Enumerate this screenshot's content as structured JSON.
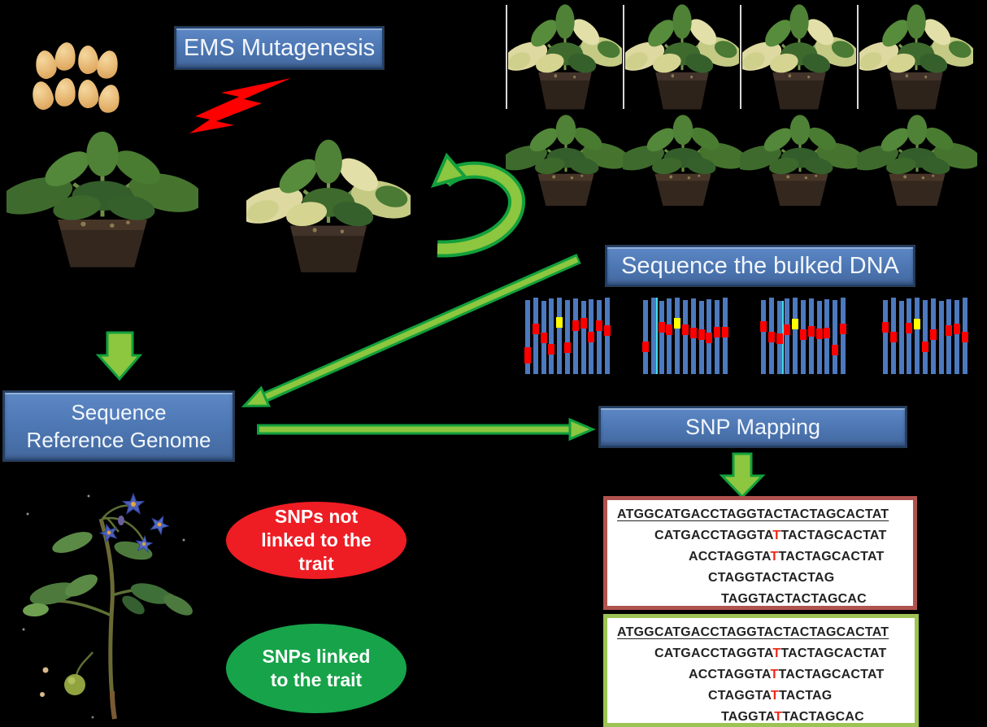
{
  "boxes": {
    "ems": {
      "label": "EMS Mutagenesis"
    },
    "bulked_dna": {
      "label": "Sequence the bulked DNA"
    },
    "reference": {
      "label": "Sequence\nReference Genome"
    },
    "snp_mapping": {
      "label": "SNP Mapping"
    }
  },
  "ellipses": {
    "not_linked": {
      "text": "SNPs not\nlinked to the\ntrait",
      "color": "#EE1C23"
    },
    "linked": {
      "text": "SNPs linked\nto the trait",
      "color": "#17A349"
    }
  },
  "alignment_panels": {
    "not_linked": {
      "border_color": "#B0534F",
      "lines": [
        {
          "indent": 12,
          "underline": true,
          "pre": "ATGGCATGACCTAGGTACTACTAGCACTAT",
          "mut": "",
          "post": ""
        },
        {
          "indent": 58,
          "underline": false,
          "pre": "CATGACCTAGGTA",
          "mut": "T",
          "post": "TACTAGCACTAT"
        },
        {
          "indent": 100,
          "underline": false,
          "pre": "ACCTAGGTA",
          "mut": "T",
          "post": "TACTAGCACTAT"
        },
        {
          "indent": 124,
          "underline": false,
          "pre": "CTAGGTACTACTAG",
          "mut": "",
          "post": ""
        },
        {
          "indent": 140,
          "underline": false,
          "pre": "TAGGTACTACTAGCAC",
          "mut": "",
          "post": ""
        }
      ]
    },
    "linked": {
      "border_color": "#9CC353",
      "lines": [
        {
          "indent": 12,
          "underline": true,
          "pre": "ATGGCATGACCTAGGTACTACTAGCACTAT",
          "mut": "",
          "post": ""
        },
        {
          "indent": 58,
          "underline": false,
          "pre": "CATGACCTAGGTA",
          "mut": "T",
          "post": "TACTAGCACTAT"
        },
        {
          "indent": 100,
          "underline": false,
          "pre": "ACCTAGGTA",
          "mut": "T",
          "post": "TACTAGCACTAT"
        },
        {
          "indent": 124,
          "underline": false,
          "pre": "CTAGGTA",
          "mut": "T",
          "post": "TACTAG"
        },
        {
          "indent": 140,
          "underline": false,
          "pre": "TAGGTA",
          "mut": "T",
          "post": "TACTAGCAC"
        }
      ]
    }
  },
  "read_groups": [
    {
      "bars": [
        {
          "mark": "red",
          "pos": 0.82,
          "tall": true
        },
        {
          "mark": "red",
          "pos": 0.4
        },
        {
          "mark": "red",
          "pos": 0.5
        },
        {
          "mark": "red",
          "pos": 0.7
        },
        {
          "mark": "yellow",
          "pos": 0.3
        },
        {
          "mark": "red",
          "pos": 0.67
        },
        {
          "mark": "red",
          "pos": 0.34
        },
        {
          "mark": "red",
          "pos": 0.27
        },
        {
          "mark": "red",
          "pos": 0.5
        },
        {
          "mark": "red",
          "pos": 0.32
        },
        {
          "mark": "red",
          "pos": 0.42
        }
      ]
    },
    {
      "bars": [
        {
          "mark": "red",
          "pos": 0.66
        },
        {
          "mark": null,
          "edge": "#3FE0E8"
        },
        {
          "mark": "red",
          "pos": 0.34
        },
        {
          "mark": "red",
          "pos": 0.4
        },
        {
          "mark": "yellow",
          "pos": 0.31
        },
        {
          "mark": "red",
          "pos": 0.38
        },
        {
          "mark": "red",
          "pos": 0.45
        },
        {
          "mark": "red",
          "pos": 0.45
        },
        {
          "mark": "red",
          "pos": 0.52
        },
        {
          "mark": "red",
          "pos": 0.42
        },
        {
          "mark": "red",
          "pos": 0.45
        }
      ]
    },
    {
      "bars": [
        {
          "mark": "red",
          "pos": 0.33
        },
        {
          "mark": "red",
          "pos": 0.52
        },
        {
          "mark": "red",
          "pos": 0.52,
          "edge": "#3FE0E8"
        },
        {
          "mark": "red",
          "pos": 0.4
        },
        {
          "mark": "yellow",
          "pos": 0.32
        },
        {
          "mark": "red",
          "pos": 0.46
        },
        {
          "mark": "red",
          "pos": 0.42
        },
        {
          "mark": "red",
          "pos": 0.44
        },
        {
          "mark": "red",
          "pos": 0.44
        },
        {
          "mark": "red",
          "pos": 0.7
        },
        {
          "mark": "red",
          "pos": 0.4
        }
      ]
    },
    {
      "bars": [
        {
          "mark": "red",
          "pos": 0.34
        },
        {
          "mark": "red",
          "pos": 0.52
        },
        {
          "mark": null
        },
        {
          "mark": "red",
          "pos": 0.37
        },
        {
          "mark": "yellow",
          "pos": 0.32
        },
        {
          "mark": "red",
          "pos": 0.66
        },
        {
          "mark": "red",
          "pos": 0.47
        },
        {
          "mark": null
        },
        {
          "mark": "red",
          "pos": 0.4
        },
        {
          "mark": "red",
          "pos": 0.37
        },
        {
          "mark": "red",
          "pos": 0.52
        }
      ]
    }
  ],
  "seeds": {
    "count": 8,
    "color": "#E9BC77"
  },
  "plant_grid": {
    "rows": 2,
    "columns": 4,
    "top_row_type": "mutant-variegated",
    "bottom_row_type": "wild-type-green"
  },
  "colors": {
    "background": "#000000",
    "box_fill": "#4F7AB6",
    "box_border": "#20406B",
    "arrow_fill": "#8DC63F",
    "arrow_stroke": "#12A03C",
    "lightning_red": "#FF0000",
    "bar_blue": "#4D79BE",
    "snp_mark_red": "#FF0000",
    "snp_mark_yellow": "#FFFF00",
    "sequence_mutation_red": "#EE2A1A",
    "ellipse_red": "#EE1C23",
    "ellipse_green": "#17A349"
  }
}
